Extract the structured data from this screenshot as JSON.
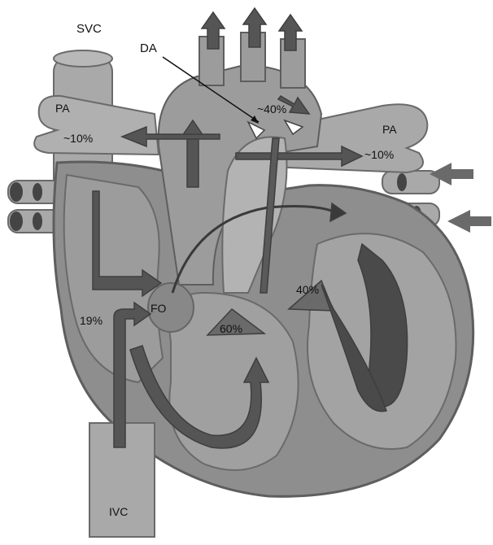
{
  "labels": {
    "svc": "SVC",
    "da": "DA",
    "pa_left": "PA",
    "pa_right": "PA",
    "pa_left_pct": "~10%",
    "pa_right_pct": "~10%",
    "da_pct": "~40%",
    "ra_pct": "19%",
    "fo": "FO",
    "rv_pct": "60%",
    "lv_pct": "40%",
    "ivc": "IVC"
  },
  "colors": {
    "tissue_dark": "#7a7a7a",
    "tissue_mid": "#8e8e8e",
    "tissue_light": "#a9a9a9",
    "chamber": "#9a9a9a",
    "vessel_light": "#bdbdbd",
    "arrow_dark": "#555555",
    "outline": "#5e5e5e"
  }
}
